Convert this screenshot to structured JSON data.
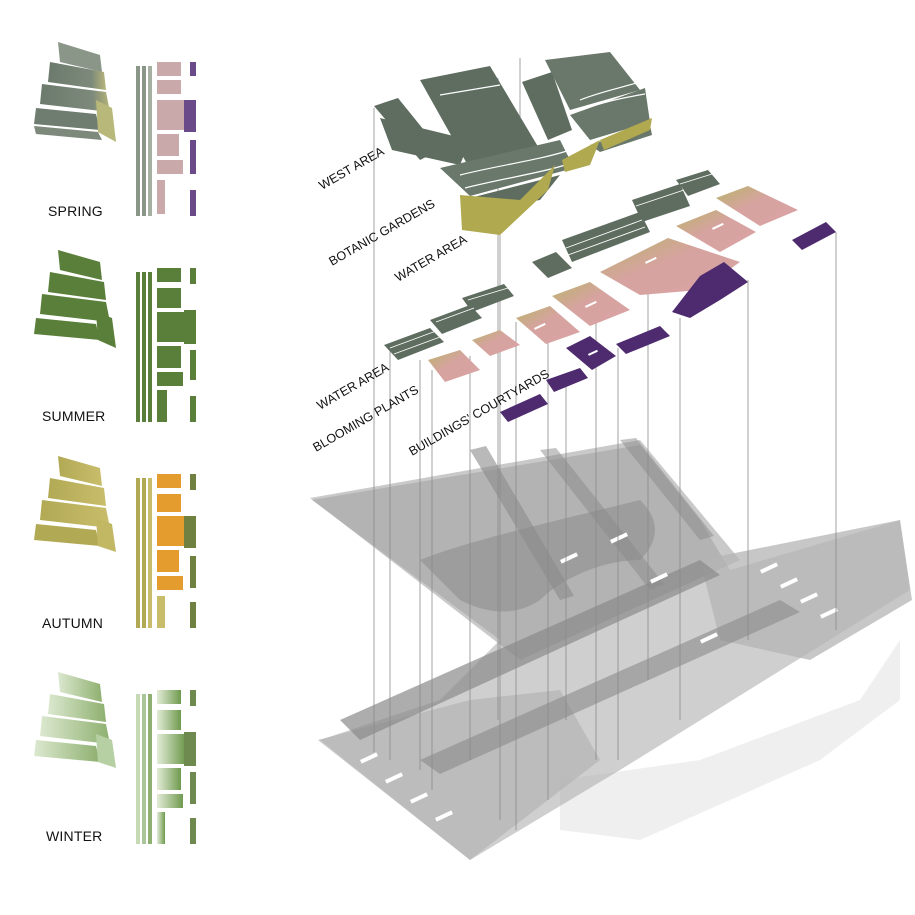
{
  "seasons": [
    {
      "label": "SPRING",
      "map_color": "#6f7d70",
      "accent_color": "#b8b87a",
      "strip_color": "#c9a9a9",
      "edge_color": "#6b4a8a"
    },
    {
      "label": "SUMMER",
      "map_color": "#5a7f3a",
      "accent_color": "#5a7f3a",
      "strip_color": "#5a7f3a",
      "edge_color": "#5a7f3a"
    },
    {
      "label": "AUTUMN",
      "map_color": "#b6ad55",
      "accent_color": "#e59c2f",
      "strip_color": "#e59c2f",
      "edge_color": "#6f8040"
    },
    {
      "label": "WINTER",
      "map_color": "#a9c59a",
      "accent_color": "#7aa35a",
      "strip_color": "#7aa35a",
      "edge_color": "#6f8a4e"
    }
  ],
  "layers": {
    "west_area": "WEST AREA",
    "botanic_gardens": "BOTANIC GARDENS",
    "water_area_upper": "WATER AREA",
    "water_area_lower": "WATER AREA",
    "blooming_plants": "BLOOMING PLANTS",
    "buildings_courtyards": "BUILDINGS' COURTYARDS"
  },
  "colors": {
    "west_green": "#5f6d60",
    "olive": "#b0a94f",
    "pink": "#d9a3a3",
    "purple": "#4e2a6e",
    "base_gray": "#9a9a9a",
    "base_light": "#cfcfcf"
  }
}
